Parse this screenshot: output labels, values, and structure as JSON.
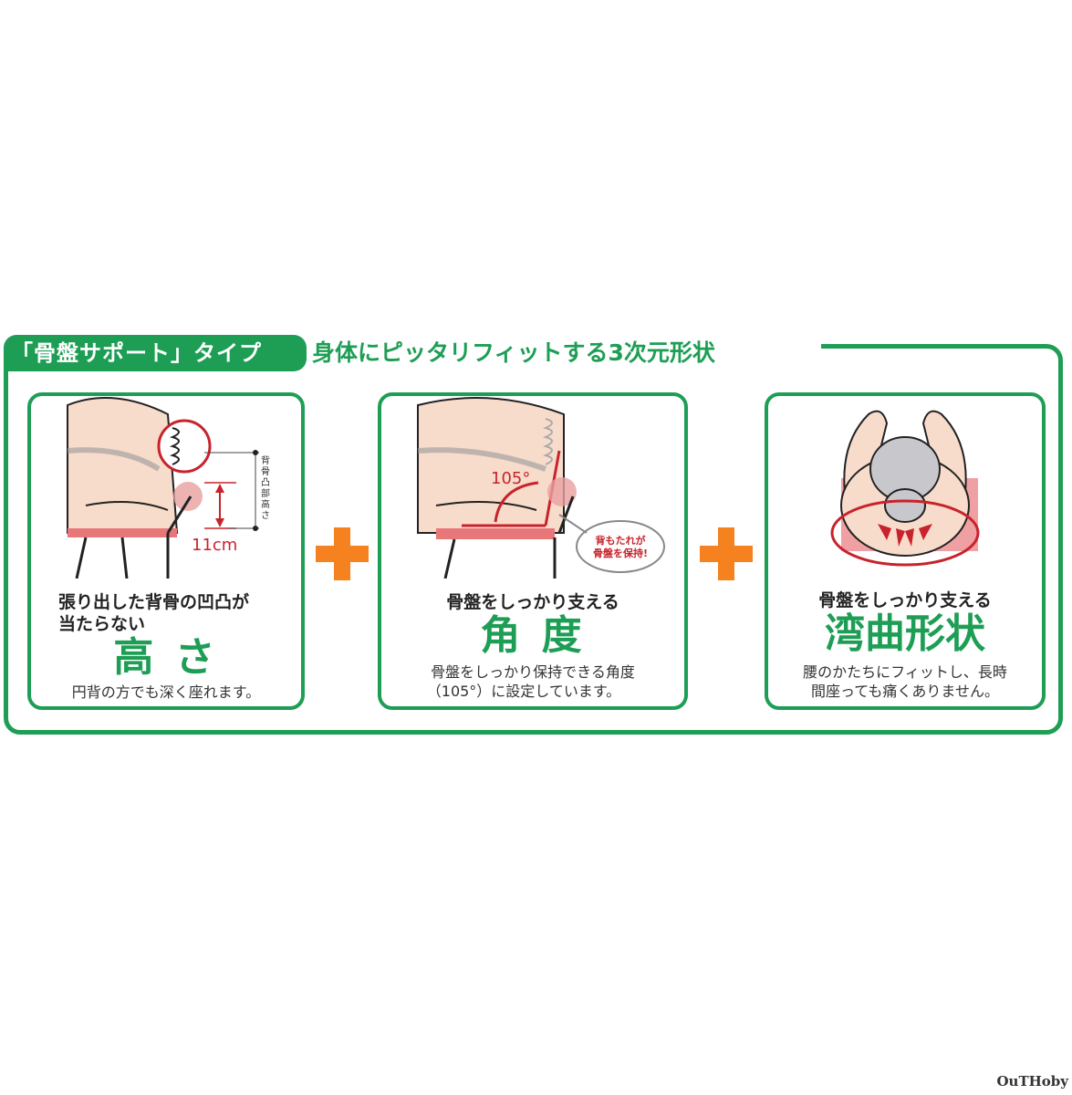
{
  "header": {
    "badge_label": "「骨盤サポート」タイプ",
    "headline": "身体にピッタリフィットする3次元形状"
  },
  "cards": [
    {
      "lead_line1": "張り出した背骨の凹凸が",
      "lead_line2": "当たらない",
      "title": "高 さ",
      "desc_line1": "円背の方でも深く座れます。",
      "illustration": {
        "measure_label": "11cm",
        "vertical_label": "背骨凸部高さ"
      }
    },
    {
      "lead_line1": "骨盤をしっかり支える",
      "title": "角 度",
      "desc_line1": "骨盤をしっかり保持できる角度",
      "desc_line2": "（105°）に設定しています。",
      "illustration": {
        "angle_label": "105°",
        "callout_line1": "背もたれが",
        "callout_line2": "骨盤を保持!"
      }
    },
    {
      "lead_line1": "骨盤をしっかり支える",
      "title": "湾曲形状",
      "desc_line1": "腰のかたちにフィットし、長時",
      "desc_line2": "間座っても痛くありません。"
    }
  ],
  "plus_icons": [
    "plus-icon",
    "plus-icon"
  ],
  "watermark": "OuTHoby",
  "colors": {
    "green": "#1e9e55",
    "orange": "#f5821f",
    "red": "#c8232c",
    "skin": "#f8dccb",
    "seat": "#e8777a"
  }
}
